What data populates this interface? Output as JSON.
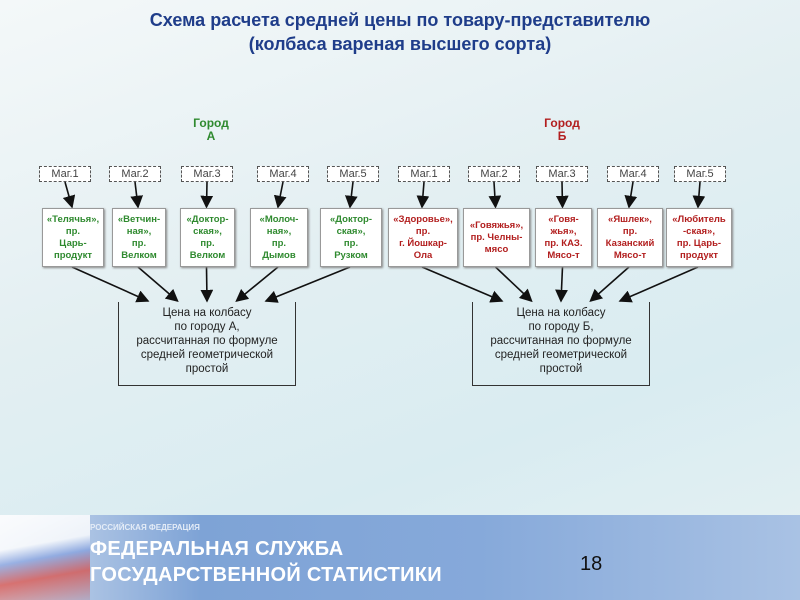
{
  "title": {
    "line1": "Схема расчета средней цены по товару-представителю",
    "line2": "(колбаса вареная высшего сорта)"
  },
  "colors": {
    "city_a": "#2f8a2f",
    "city_b": "#b21e1e",
    "title": "#1f3d8a"
  },
  "city_a": {
    "label": "Город\nА",
    "label_l1": "Город",
    "label_l2": "А",
    "shops": [
      "Маг.1",
      "Маг.2",
      "Маг.3",
      "Маг.4",
      "Маг.5"
    ],
    "stores": [
      "«Телячья»,\nпр.\nЦарь-\nпродукт",
      "«Ветчин-\nная»,\nпр.\nВелком",
      "«Доктор-\nская»,\nпр.\nВелком",
      "«Молоч-\nная»,\nпр.\nДымов",
      "«Доктор-\nская»,\nпр.\nРузком"
    ],
    "result": "Цена на колбасу\nпо городу А,\nрассчитанная по формуле\nсредней геометрической\nпростой"
  },
  "city_b": {
    "label_l1": "Город",
    "label_l2": "Б",
    "shops": [
      "Маг.1",
      "Маг.2",
      "Маг.3",
      "Маг.4",
      "Маг.5"
    ],
    "stores": [
      "«Здоровье»,\nпр.\nг. Йошкар-\nОла",
      "«Говяжья»,\nпр. Челны-\nмясо",
      "«Говя-\nжья»,\nпр. КАЗ.\nМясо-т",
      "«Яшлек»,\nпр.\nКазанский\nМясо-т",
      "«Любитель\n-ская»,\nпр. Царь-\nпродукт"
    ],
    "result": "Цена на колбасу\nпо городу Б,\nрассчитанная по формуле\nсредней геометрической\nпростой"
  },
  "footer": {
    "small": "РОССИЙСКАЯ ФЕДЕРАЦИЯ",
    "line1": "ФЕДЕРАЛЬНАЯ СЛУЖБА",
    "line2": "ГОСУДАРСТВЕННОЙ СТАТИСТИКИ",
    "page_number": "18"
  }
}
